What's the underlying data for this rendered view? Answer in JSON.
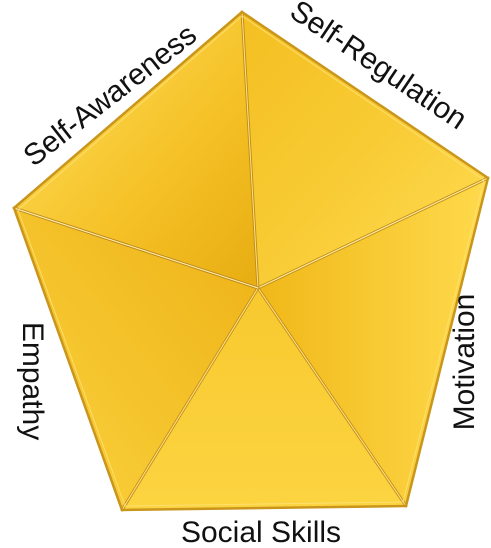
{
  "diagram": {
    "type": "pentagon",
    "colors": {
      "face_light": "#FDDB4E",
      "face_mid": "#F3BE1E",
      "face_dark": "#E3A810",
      "edge": "#B88A1C",
      "ridge": "#FFE9A0",
      "label": "#111111"
    },
    "segments": [
      {
        "label": "Self-Awareness"
      },
      {
        "label": "Self-Regulation"
      },
      {
        "label": "Motivation"
      },
      {
        "label": "Social Skills"
      },
      {
        "label": "Empathy"
      }
    ]
  }
}
